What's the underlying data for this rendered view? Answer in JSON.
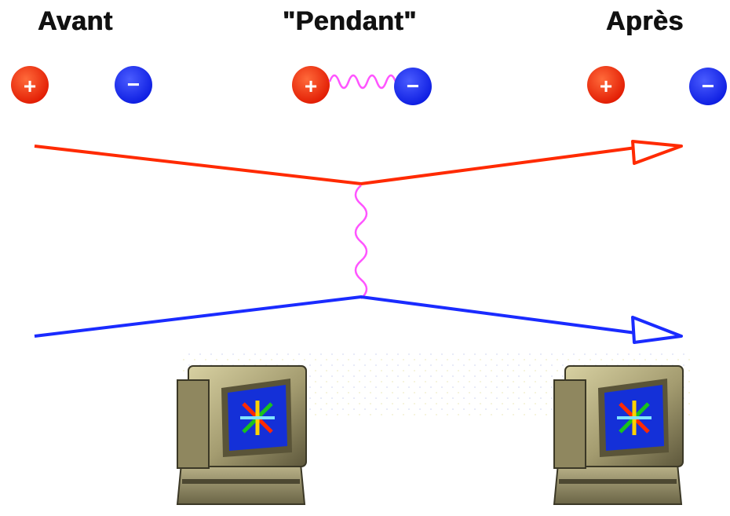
{
  "labels": {
    "before": "Avant",
    "during": "\"Pendant\"",
    "after": "Après"
  },
  "particles": {
    "positive_symbol": "+",
    "negative_symbol": "−",
    "positive_color": "#ff2a00",
    "negative_color": "#1a2bff"
  },
  "trajectories": {
    "positive_color": "#ff2a00",
    "negative_color": "#1a2bff",
    "photon_color": "#ff55ff"
  },
  "icons": {
    "left_detector": "computer-monitor-icon",
    "right_detector": "computer-monitor-icon"
  }
}
